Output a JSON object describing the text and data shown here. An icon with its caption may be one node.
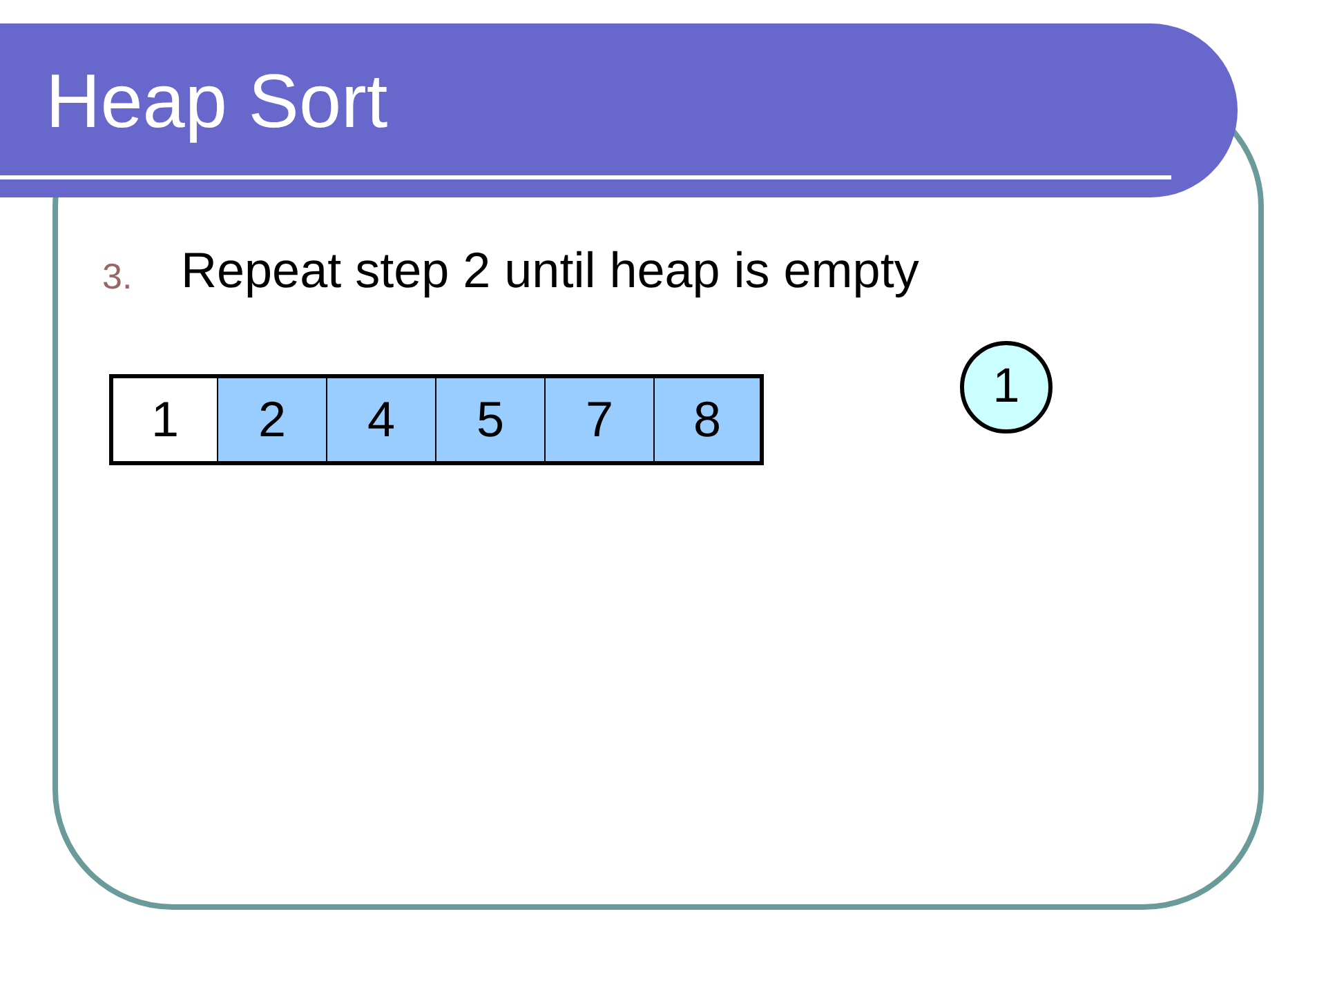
{
  "diagram": {
    "title": "Heap Sort",
    "nodes": [
      {
        "text": [
          "1"
        ]
      },
      {
        "text": [
          "2"
        ]
      },
      {
        "text": [
          "4"
        ]
      },
      {
        "text": [
          "5"
        ]
      },
      {
        "text": [
          "7"
        ]
      },
      {
        "text": [
          "8"
        ]
      },
      {
        "text": [
          "1"
        ]
      }
    ],
    "labels": [
      "3.",
      "Repeat step 2 until heap is empty"
    ]
  }
}
